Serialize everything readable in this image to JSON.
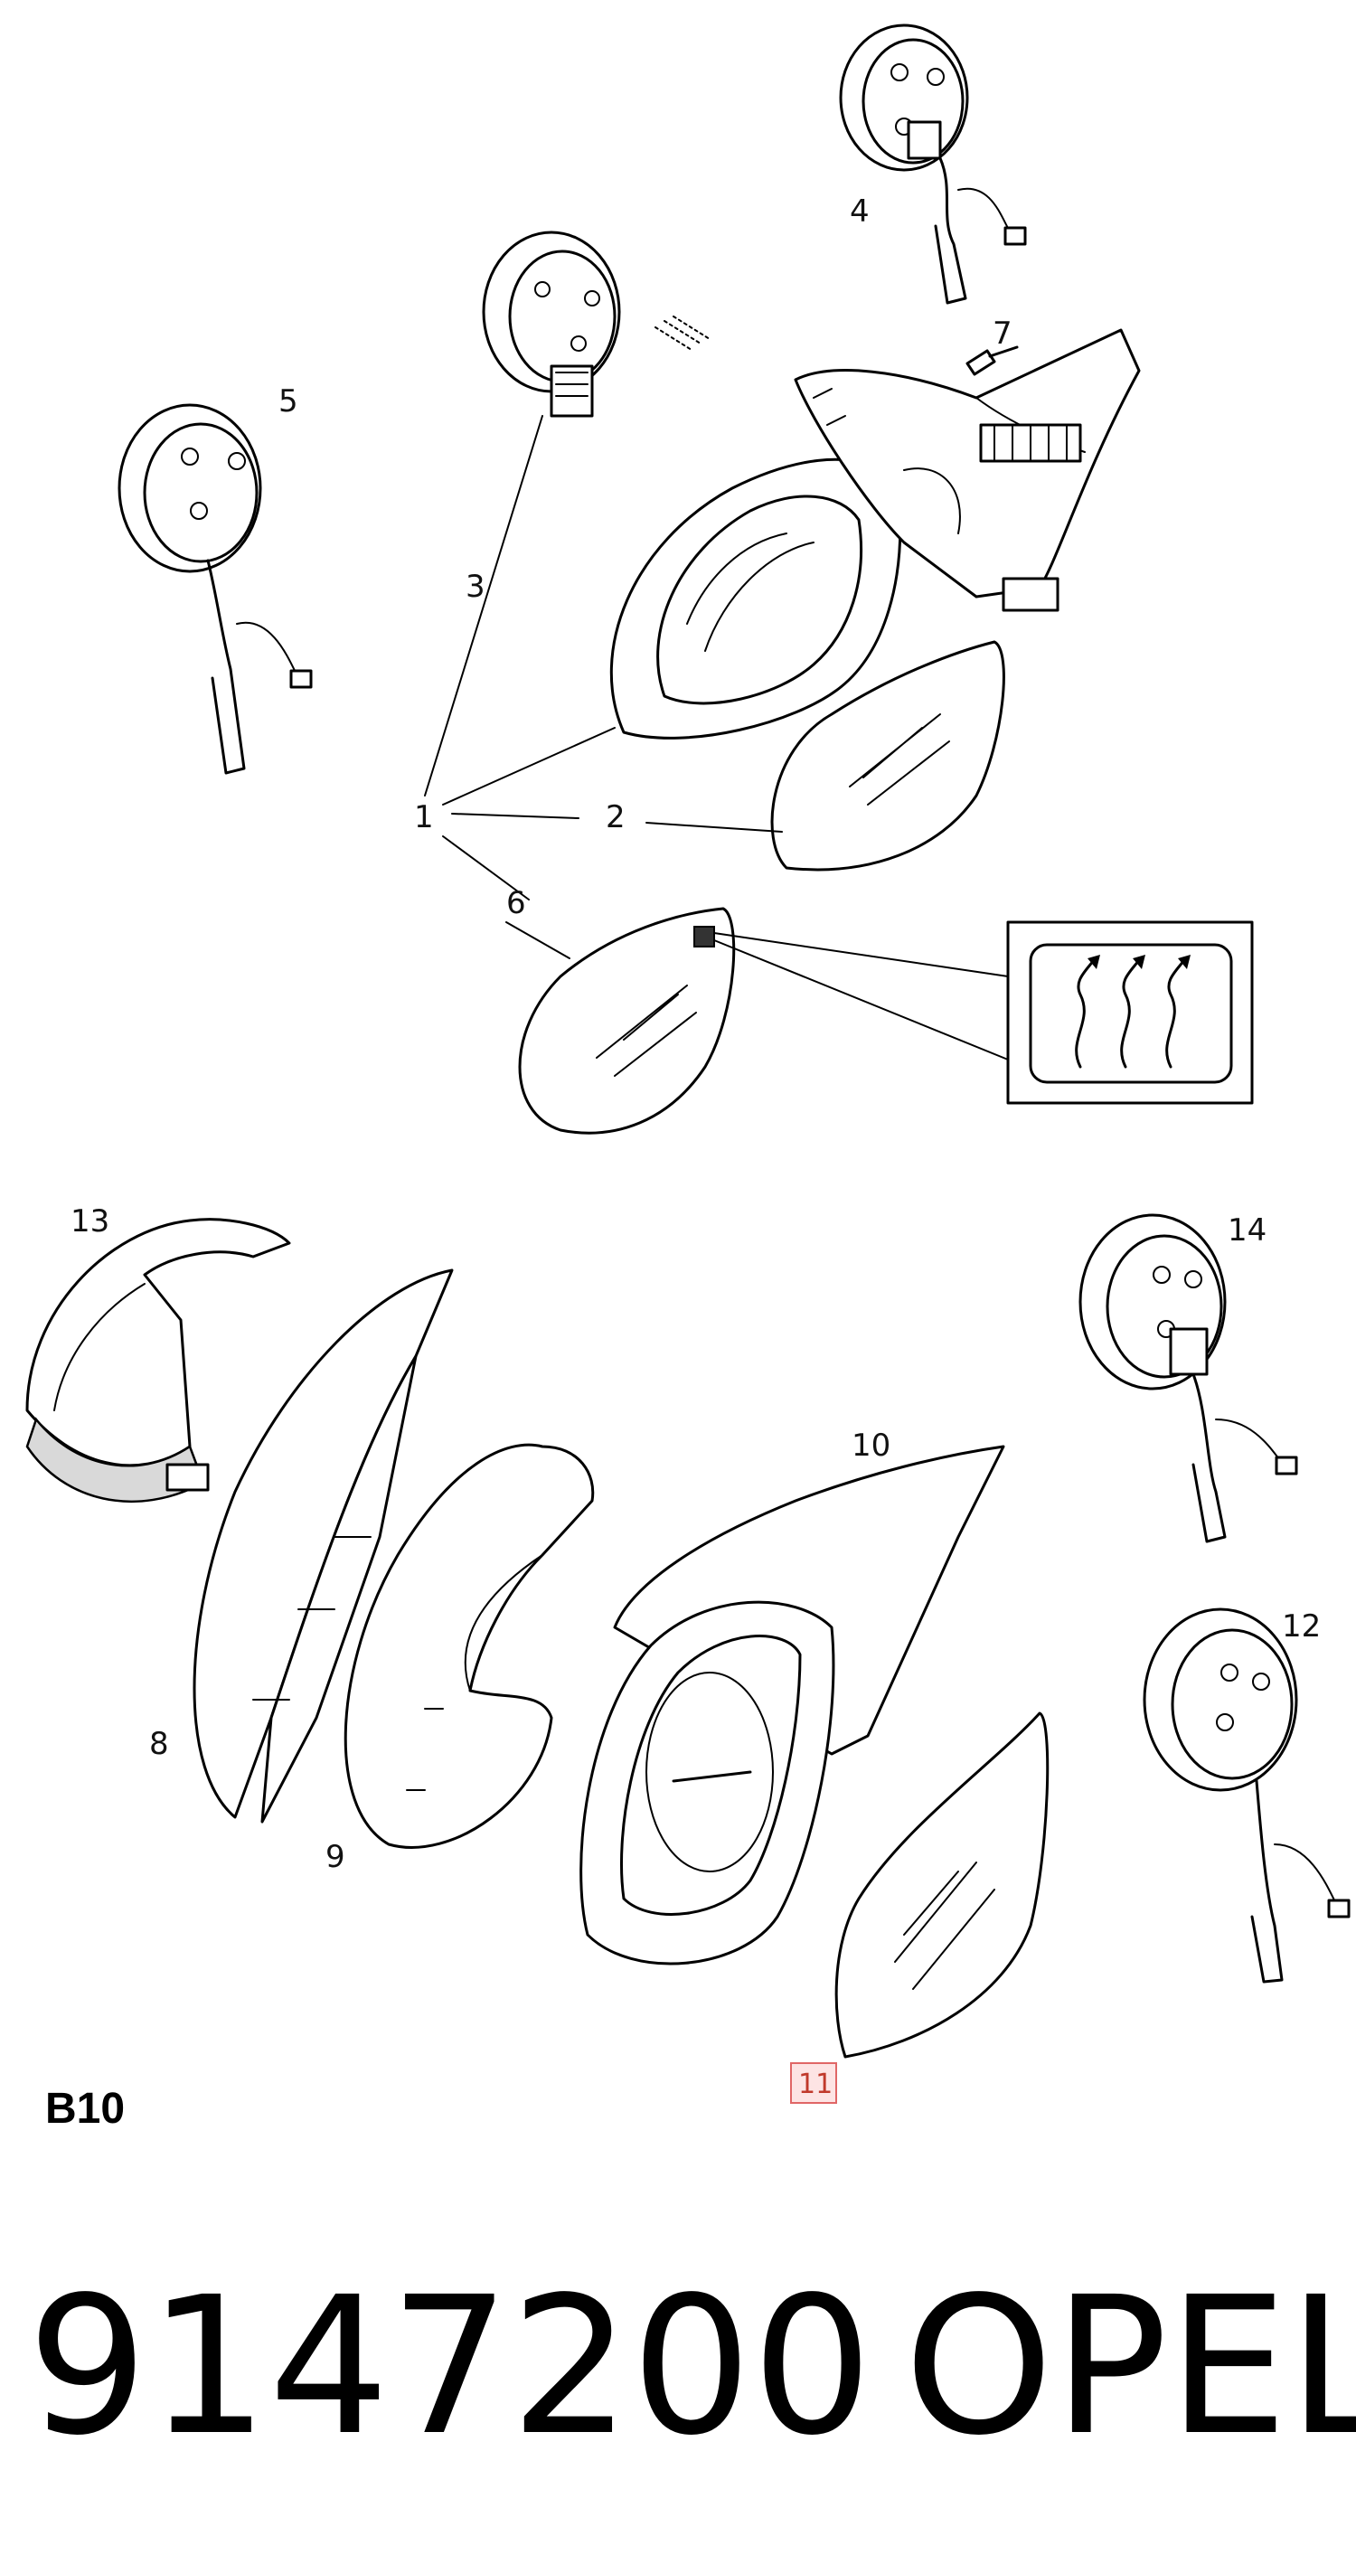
{
  "callouts": {
    "c1": "1",
    "c2": "2",
    "c3": "3",
    "c4": "4",
    "c5": "5",
    "c6": "6",
    "c7": "7",
    "c8": "8",
    "c9": "9",
    "c10": "10",
    "c11": "11",
    "c12": "12",
    "c13": "13",
    "c14": "14"
  },
  "section_label": "B10",
  "part_number": "9147200",
  "brand": "OPEL",
  "colors": {
    "highlight_fill": "#fde4e4",
    "highlight_border": "#e06666",
    "highlight_text": "#c0392b"
  }
}
